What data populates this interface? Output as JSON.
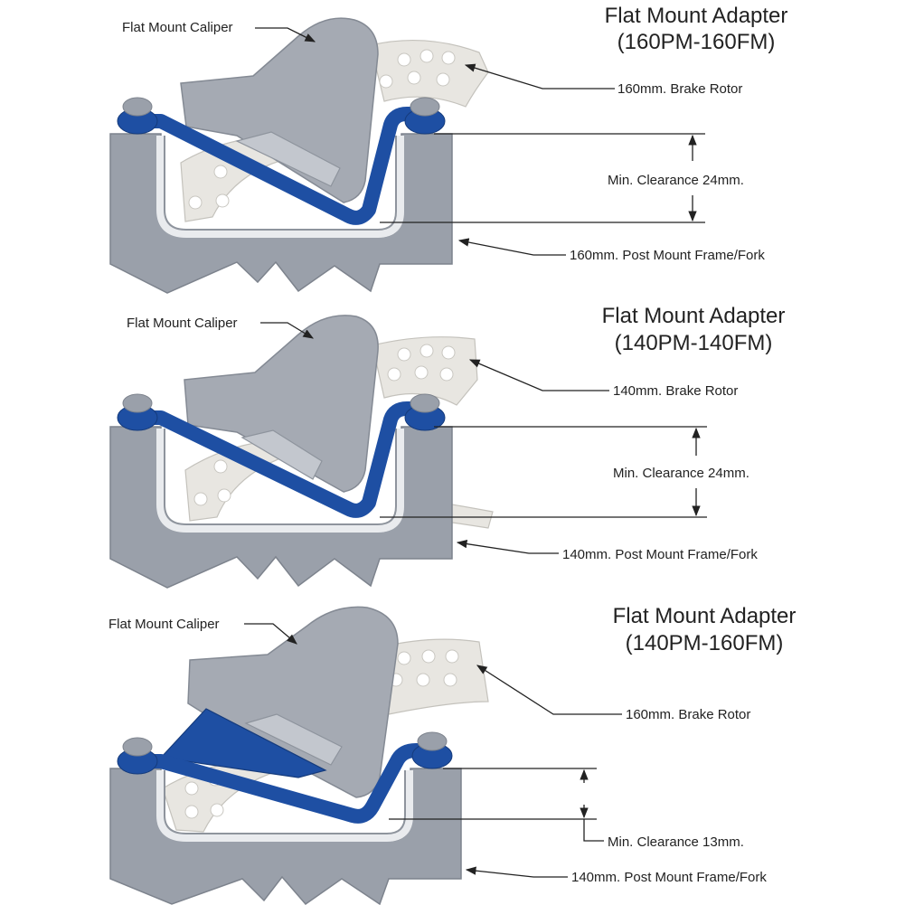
{
  "panels": [
    {
      "title_line1": "Flat Mount Adapter",
      "title_line2": "(160PM-160FM)",
      "caliper_label": "Flat Mount Caliper",
      "rotor_label": "160mm. Brake Rotor",
      "clearance_label": "Min. Clearance 24mm.",
      "frame_label": "160mm. Post Mount Frame/Fork"
    },
    {
      "title_line1": "Flat Mount Adapter",
      "title_line2": "(140PM-140FM)",
      "caliper_label": "Flat Mount Caliper",
      "rotor_label": "140mm. Brake Rotor",
      "clearance_label": "Min. Clearance 24mm.",
      "frame_label": "140mm. Post Mount Frame/Fork"
    },
    {
      "title_line1": "Flat Mount Adapter",
      "title_line2": "(140PM-160FM)",
      "caliper_label": "Flat Mount Caliper",
      "rotor_label": "160mm. Brake Rotor",
      "clearance_label": "Min. Clearance 13mm.",
      "frame_label": "140mm. Post Mount Frame/Fork"
    }
  ],
  "colors": {
    "adapter": "#1e4fa3",
    "frame": "#9aa0aa",
    "caliper": "#a5aab3",
    "rotor": "#e8e6e1"
  }
}
